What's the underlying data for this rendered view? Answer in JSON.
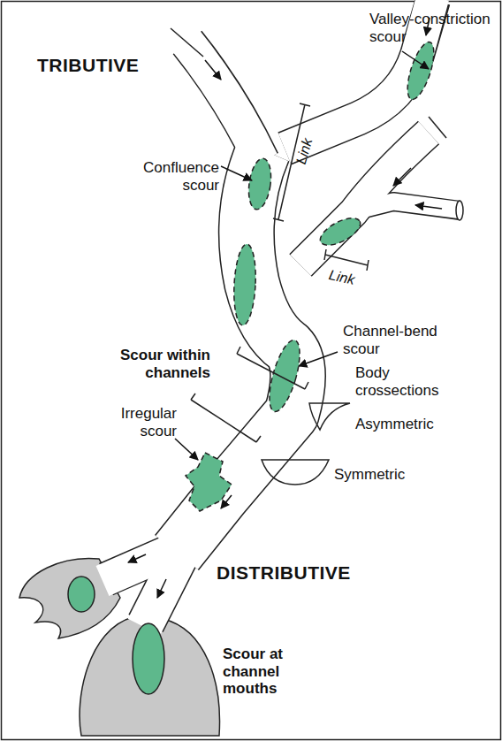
{
  "diagram": {
    "labels": [
      "TRIBUTIVE",
      "Valley-constriction scour",
      "Link",
      "Link",
      "Confluence scour",
      "Scour within channels",
      "Channel-bend scour",
      "Body crossections",
      "Asymmetric",
      "Symmetric",
      "Irregular scour",
      "DISTRIBUTIVE",
      "Scour at channel mouths"
    ]
  }
}
